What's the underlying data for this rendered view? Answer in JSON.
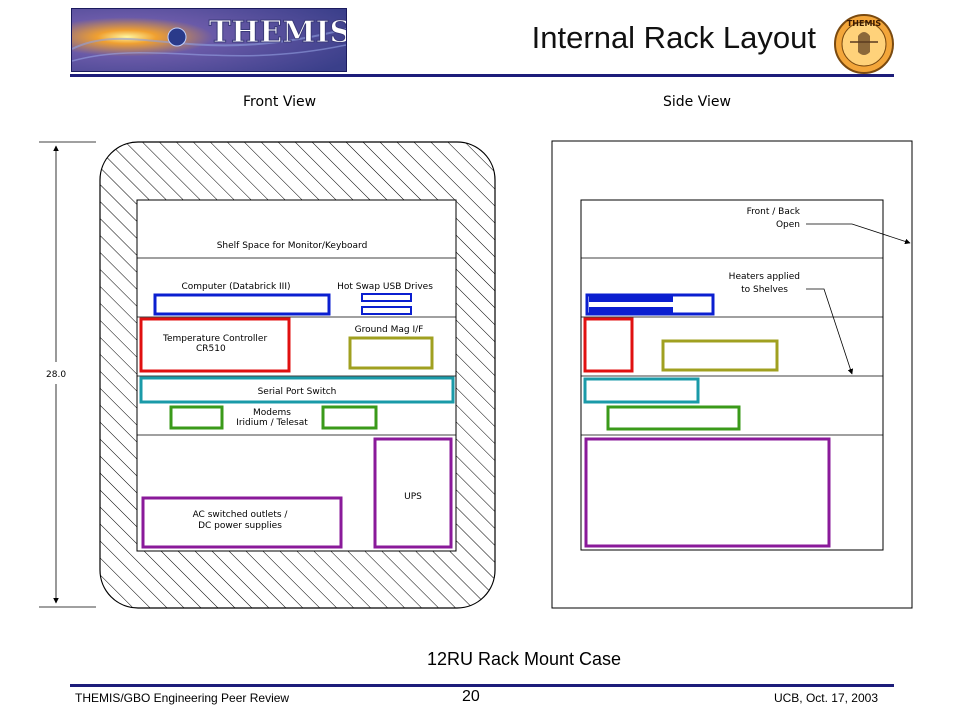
{
  "slide": {
    "title": "Internal Rack Layout",
    "logo_text": "THEMIS",
    "emblem_text": "THEMIS",
    "caption": "12RU Rack Mount Case",
    "footer_left": "THEMIS/GBO Engineering Peer Review",
    "page_number": "20",
    "footer_right": "UCB, Oct. 17, 2003"
  },
  "front_view": {
    "title": "Front View",
    "height_dimension": "28.0",
    "labels": {
      "shelf_space": "Shelf Space for Monitor/Keyboard",
      "computer": "Computer (Databrick III)",
      "hot_swap": "Hot Swap USB Drives",
      "ground_mag": "Ground Mag I/F",
      "temp_controller_line1": "Temperature Controller",
      "temp_controller_line2": "CR510",
      "serial_switch": "Serial Port Switch",
      "modems_line1": "Modems",
      "modems_line2": "Iridium / Telesat",
      "ups": "UPS",
      "ac_outlets_line1": "AC switched outlets /",
      "ac_outlets_line2": "DC power supplies"
    }
  },
  "side_view": {
    "title": "Side View",
    "labels": {
      "front_back_line1": "Front / Back",
      "front_back_line2": "Open",
      "heaters_line1": "Heaters applied",
      "heaters_line2": "to Shelves"
    }
  },
  "colors": {
    "computer": "#0b1fd0",
    "temperature_controller": "#e01010",
    "ground_mag": "#a0a020",
    "serial_switch": "#1a9aa8",
    "modems": "#3a9a1a",
    "power": "#8a1a9a",
    "rule": "#1d1d7a"
  }
}
